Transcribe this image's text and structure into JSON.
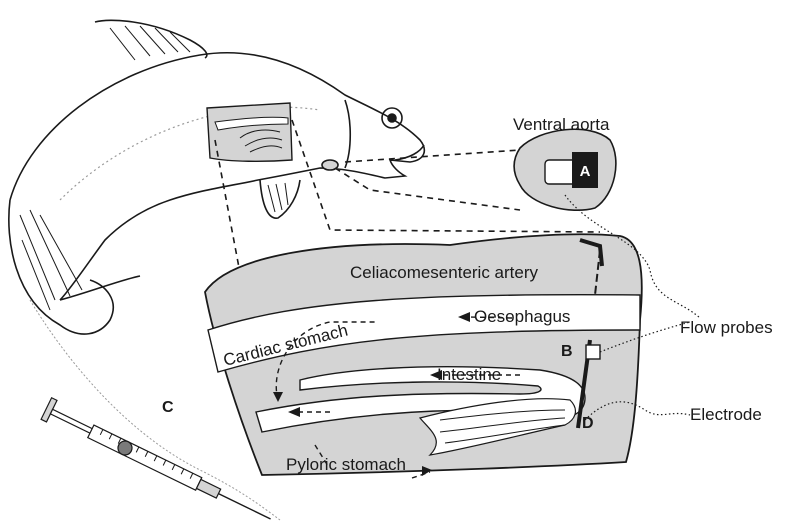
{
  "labels": {
    "ventral_aorta": "Ventral aorta",
    "celiacomesenteric_artery": "Celiacomesenteric artery",
    "oesophagus": "Oesophagus",
    "cardiac_stomach": "Cardiac stomach",
    "intestine": "Intestine",
    "pyloric_stomach": "Pyloric stomach",
    "flow_probes": "Flow probes",
    "electrode": "Electrode"
  },
  "markers": {
    "a": "A",
    "b": "B",
    "c": "C",
    "d": "D"
  },
  "colors": {
    "organ_fill": "#d4d4d4",
    "line": "#1a1a1a",
    "probe_dark": "#1a1a1a"
  }
}
